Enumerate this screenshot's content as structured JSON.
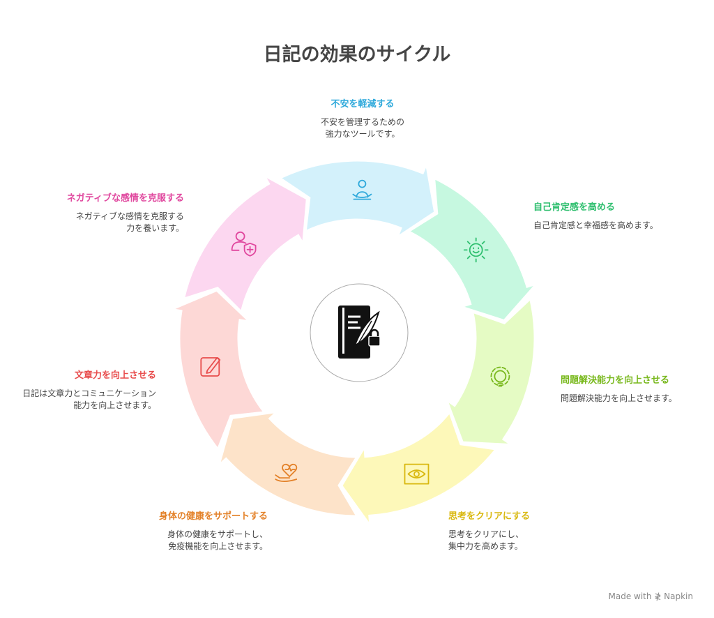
{
  "title": "日記の効果のサイクル",
  "center_icon": "diary-book-lock-icon",
  "steps": [
    {
      "title": "不安を軽減する",
      "desc1": "不安を管理するための",
      "desc2": "強力なツールです。",
      "color": "#2ea9db",
      "fill": "#d3f1fb",
      "icon": "meditation-icon"
    },
    {
      "title": "自己肯定感を高める",
      "desc1": "自己肯定感と幸福感を高めます。",
      "desc2": "",
      "color": "#2fbf6f",
      "fill": "#c6f8e0",
      "icon": "smiling-sun-icon"
    },
    {
      "title": "問題解決能力を向上させる",
      "desc1": "問題解決能力を向上させます。",
      "desc2": "",
      "color": "#78b81c",
      "fill": "#e5fbc4",
      "icon": "gear-lightbulb-icon"
    },
    {
      "title": "思考をクリアにする",
      "desc1": "思考をクリアにし、",
      "desc2": "集中力を高めます。",
      "color": "#d9b80f",
      "fill": "#fdf8b9",
      "icon": "eye-focus-icon"
    },
    {
      "title": "身体の健康をサポートする",
      "desc1": "身体の健康をサポートし、",
      "desc2": "免疫機能を向上させます。",
      "color": "#e38128",
      "fill": "#fde3c9",
      "icon": "heart-hand-icon"
    },
    {
      "title": "文章力を向上させる",
      "desc1": "日記は文章力とコミュニケーション",
      "desc2": "能力を向上させます。",
      "color": "#e84c4c",
      "fill": "#fdd8d6",
      "icon": "pen-edit-icon"
    },
    {
      "title": "ネガティブな感情を克服する",
      "desc1": "ネガティブな感情を克服する",
      "desc2": "力を養います。",
      "color": "#e0479e",
      "fill": "#fcd7f0",
      "icon": "user-shield-icon"
    }
  ],
  "footer": "Made with ≹ Napkin"
}
